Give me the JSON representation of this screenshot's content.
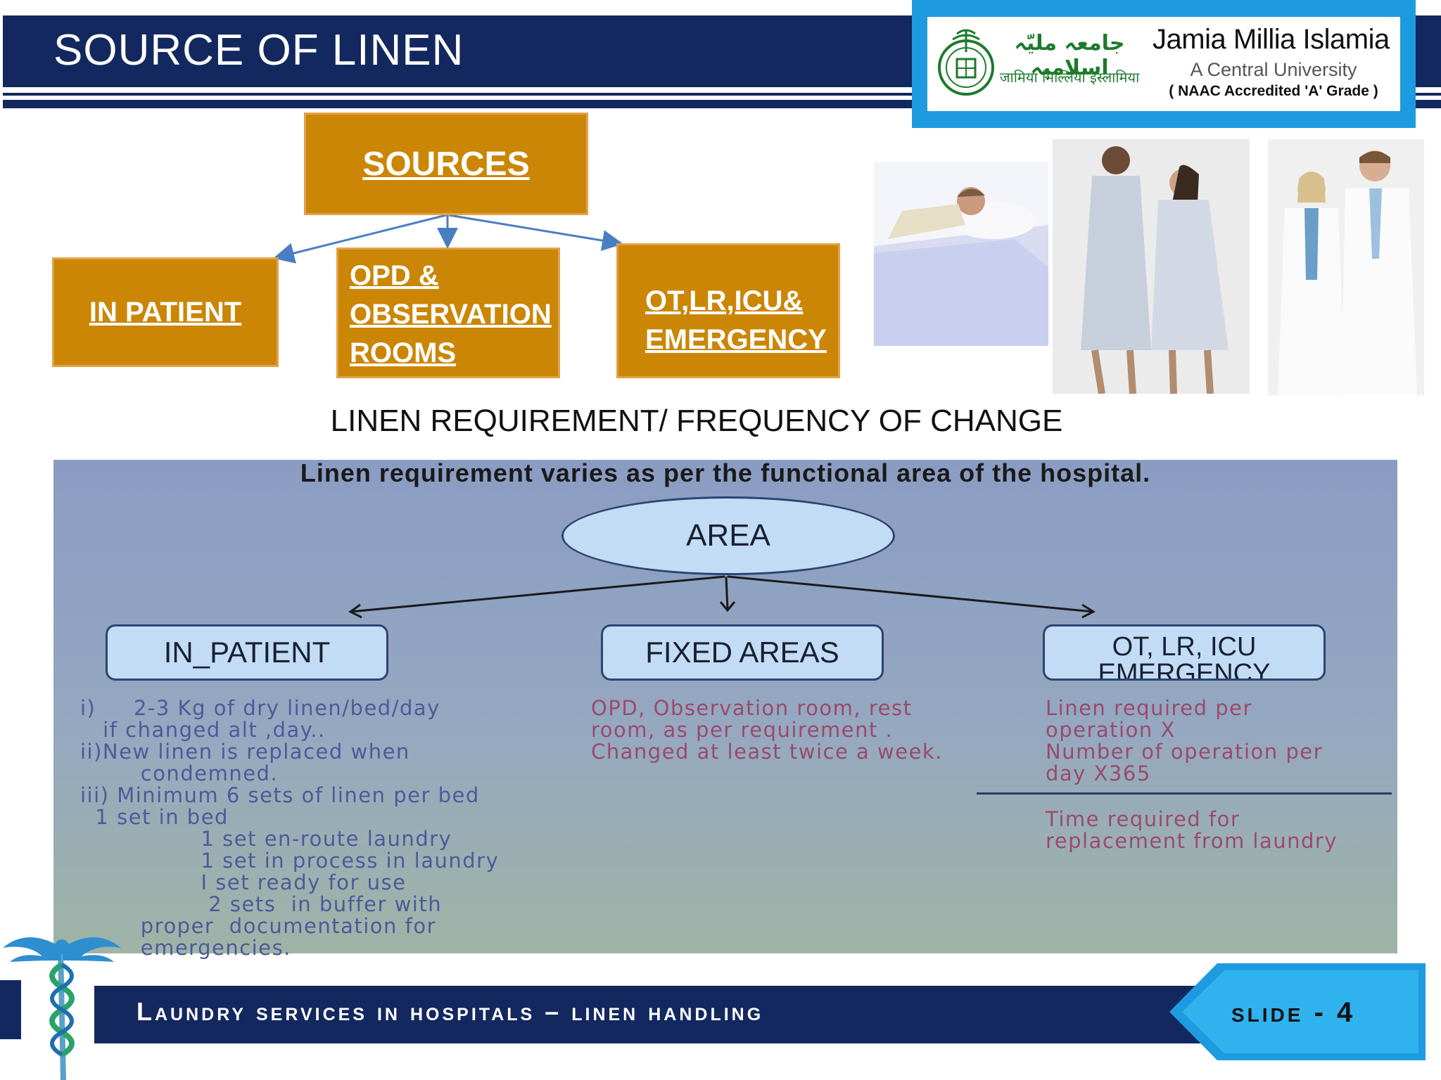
{
  "header": {
    "title": "SOURCE OF LINEN"
  },
  "logo": {
    "urdu_name": "جامعہ ملیّہ اسلامیہ",
    "hindi_name": "जामिया मिल्लिया इस्लामिया",
    "name": "Jamia Millia Islamia",
    "subtitle": "A Central University",
    "grade": "( NAAC Accredited 'A' Grade )"
  },
  "sources": {
    "root": "SOURCES",
    "in_patient": "IN PATIENT",
    "opd_lines": [
      "OPD &",
      "OBSERVATION",
      "ROOMS"
    ],
    "ot_lines": [
      "OT,LR,ICU&",
      "EMERGENCY"
    ]
  },
  "requirement_heading": "LINEN REQUIREMENT/ FREQUENCY OF CHANGE",
  "diagram": {
    "intro": "Linen requirement varies as per the functional area of the hospital.",
    "root": "AREA",
    "nodes": {
      "in_patient": "IN_PATIENT",
      "fixed": "FIXED AREAS",
      "ot_line1": "OT, LR, ICU",
      "ot_line2": "EMERGENCY"
    },
    "in_patient_text": "i)     2-3 Kg of dry linen/bed/day\n   if changed alt ,day..\nii)New linen is replaced when\n        condemned.\niii) Minimum 6 sets of linen per bed\n  1 set in bed\n                1 set en-route laundry\n                1 set in process in laundry\n                I set ready for use\n                 2 sets  in buffer with\n        proper  documentation for\n        emergencies.",
    "fixed_text": "OPD, Observation room, rest\nroom, as per requirement .\nChanged at least twice a week.",
    "ot_numerator": "Linen required per\noperation X\nNumber of operation per\nday X365",
    "ot_denominator": "Time required for\nreplacement from laundry"
  },
  "footer": {
    "title": "Laundry services in hospitals – linen handling",
    "slide": "slide - 4"
  },
  "colors": {
    "navy": "#13285e",
    "orange": "#cb8606",
    "node_fill": "#c2dcf6",
    "tag_blue": "#1e9be0"
  }
}
